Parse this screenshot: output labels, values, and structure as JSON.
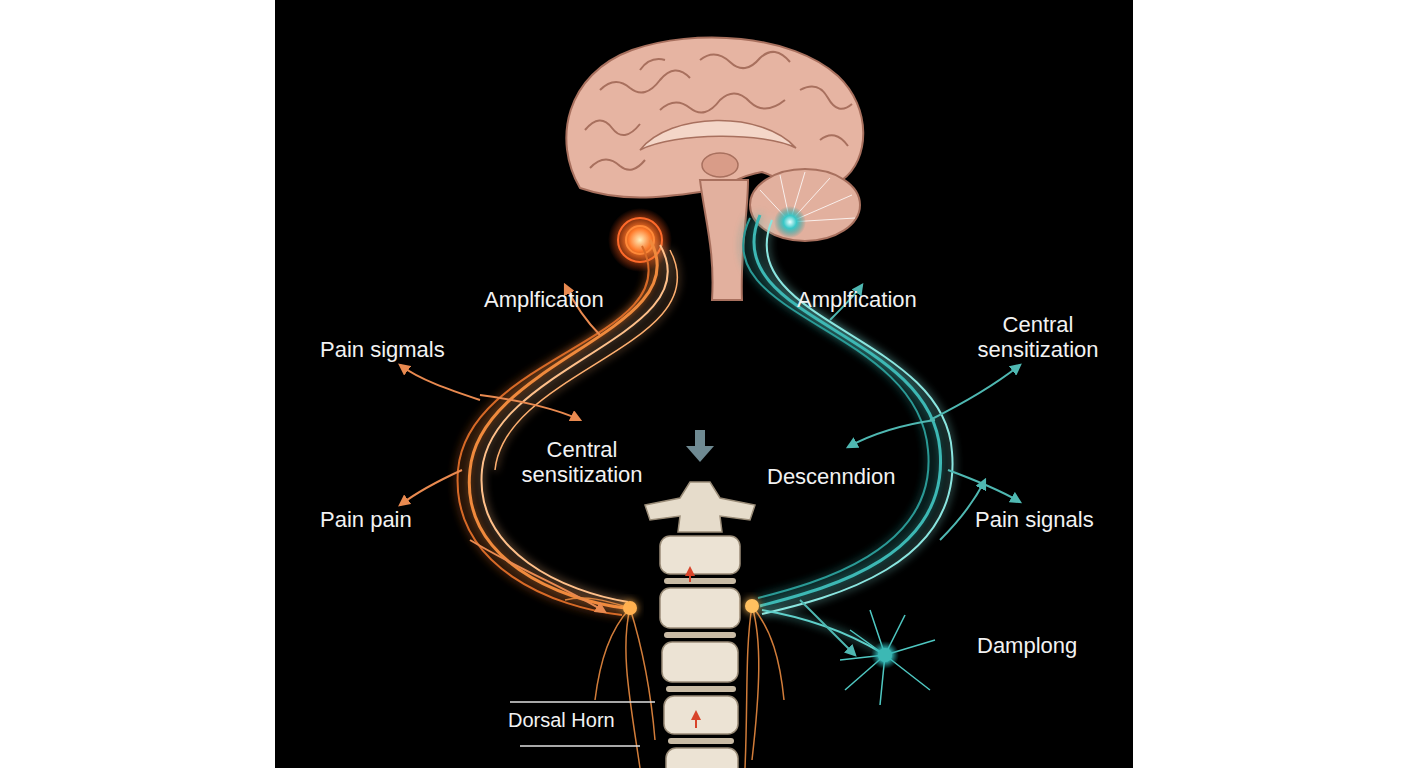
{
  "diagram": {
    "labels": [
      "Amplfication",
      "Amplfication",
      "Central sensitization",
      "Pain sigmals",
      "Central sensitization",
      "Descenndion",
      "Pain pain",
      "Pain signals",
      "Damplong",
      "Dorsal Horn"
    ]
  }
}
